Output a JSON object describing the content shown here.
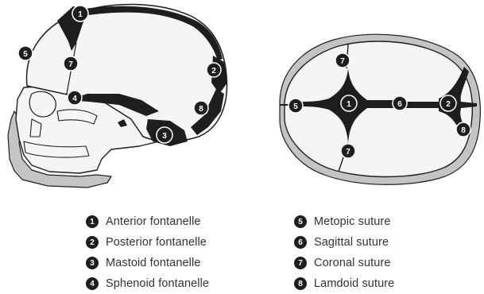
{
  "colors": {
    "bone": "#f5f5f5",
    "outline": "#1e1e1e",
    "shadow": "#c4c4c4",
    "dark": "#1e1e1e"
  },
  "markers": {
    "anterior": "1",
    "posterior": "2",
    "mastoid": "3",
    "sphenoid": "4",
    "metopic": "5",
    "sagittal": "6",
    "coronal": "7",
    "lamdoid": "8"
  },
  "legend": {
    "left": [
      {
        "num": "1",
        "label": "Anterior fontanelle"
      },
      {
        "num": "2",
        "label": "Posterior fontanelle"
      },
      {
        "num": "3",
        "label": "Mastoid fontanelle"
      },
      {
        "num": "4",
        "label": "Sphenoid fontanelle"
      }
    ],
    "right": [
      {
        "num": "5",
        "label": "Metopic suture"
      },
      {
        "num": "6",
        "label": "Sagittal suture"
      },
      {
        "num": "7",
        "label": "Coronal suture"
      },
      {
        "num": "8",
        "label": "Lamdoid suture"
      }
    ]
  }
}
